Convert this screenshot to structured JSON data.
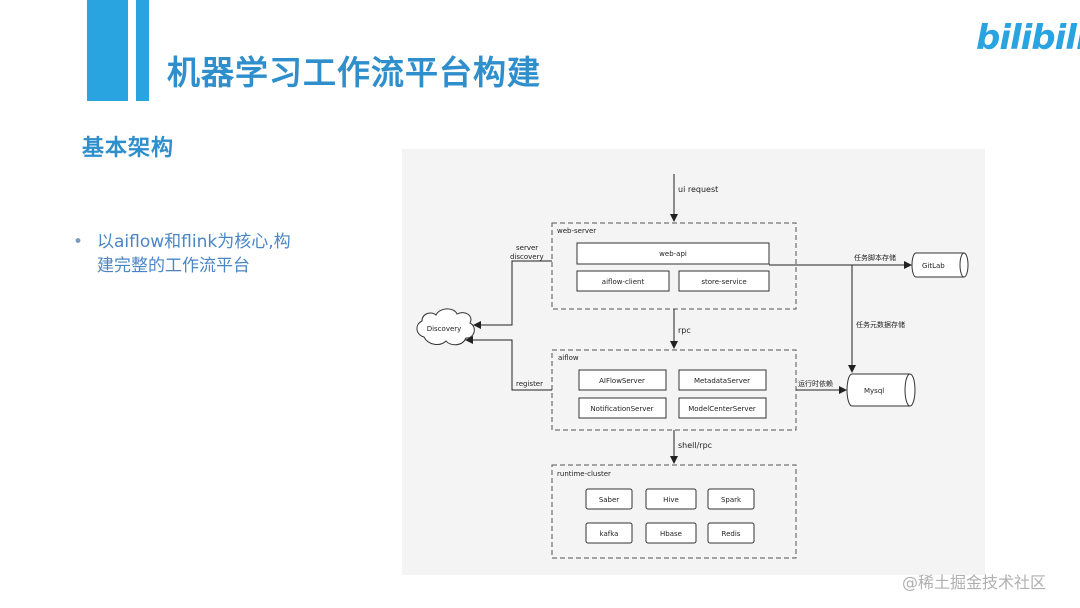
{
  "header": {
    "title": "机器学习工作流平台构建",
    "logo_text": "bilibili"
  },
  "section": {
    "title": "基本架构"
  },
  "bullets": [
    {
      "text": "以aiflow和flink为核心,构建完整的工作流平台"
    }
  ],
  "watermark": "@稀土掘金技术社区",
  "colors": {
    "accent": "#2aa4e0",
    "title": "#2f8fcc",
    "bullet_text": "#4a86c4"
  },
  "diagram": {
    "top_label": "ui request",
    "web_server": {
      "label": "web-server",
      "web_api": "web-api",
      "aiflow_client": "aiflow-client",
      "store_service": "store-service"
    },
    "rpc_label": "rpc",
    "aiflow": {
      "label": "aiflow",
      "aiflow_server": "AIFlowServer",
      "metadata_server": "MetadataServer",
      "notification_server": "NotificationServer",
      "model_center_server": "ModelCenterServer"
    },
    "shell_rpc_label": "shell/rpc",
    "runtime": {
      "label": "runtime-cluster",
      "items": [
        "Saber",
        "Hive",
        "Spark",
        "kafka",
        "Hbase",
        "Redis"
      ]
    },
    "discovery": "Discovery",
    "server_discovery": [
      "server",
      "discovery"
    ],
    "register": "register",
    "gitlab": "GitLab",
    "mysql": "Mysql",
    "edge_task_script": "任务脚本存储",
    "edge_task_meta": "任务元数据存储",
    "edge_runtime_dep": "运行时依赖"
  }
}
